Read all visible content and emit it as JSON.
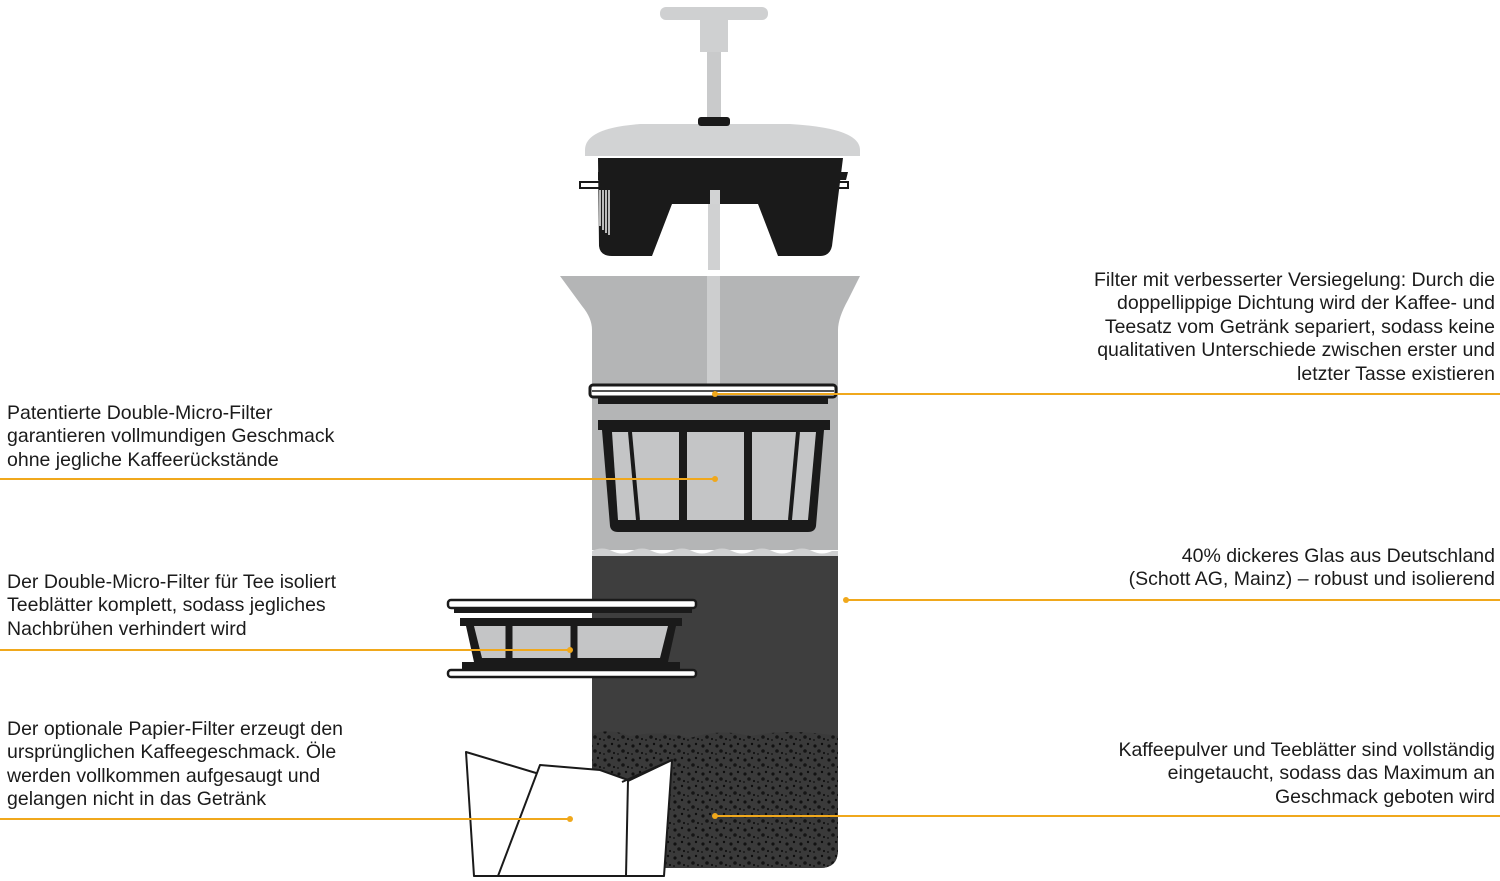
{
  "colors": {
    "accent_line": "#f0a81c",
    "glass_gray": "#b3b4b5",
    "dark_fill": "#3f3f3f",
    "black_parts": "#1a1a1a",
    "lid_gray": "#cfd0d1"
  },
  "callouts": {
    "seal": {
      "lines": [
        "Filter mit verbesserter Versiegelung: Durch die",
        "doppellippige Dichtung wird der Kaffee- und",
        "Teesatz vom Getränk separiert, sodass keine",
        "qualitativen Unterschiede zwischen erster und",
        "letzter Tasse existieren"
      ]
    },
    "double_micro_filter": {
      "lines": [
        "Patentierte Double-Micro-Filter",
        "garantieren vollmundigen Geschmack",
        "ohne jegliche Kaffeerückstände"
      ]
    },
    "glass": {
      "lines": [
        "40% dickeres Glas aus Deutschland",
        "(Schott AG, Mainz) – robust und isolierend"
      ]
    },
    "tea_filter": {
      "lines": [
        "Der Double-Micro-Filter für Tee isoliert",
        "Teeblätter komplett, sodass jegliches",
        "Nachbrühen verhindert wird"
      ]
    },
    "paper_filter": {
      "lines": [
        "Der optionale Papier-Filter erzeugt den",
        "ursprünglichen Kaffeegeschmack. Öle",
        "werden vollkommen aufgesaugt und",
        "gelangen nicht in das Getränk"
      ]
    },
    "immersion": {
      "lines": [
        "Kaffeepulver und Teeblätter sind vollständig",
        "eingetaucht, sodass das Maximum an",
        "Geschmack geboten wird"
      ]
    }
  }
}
